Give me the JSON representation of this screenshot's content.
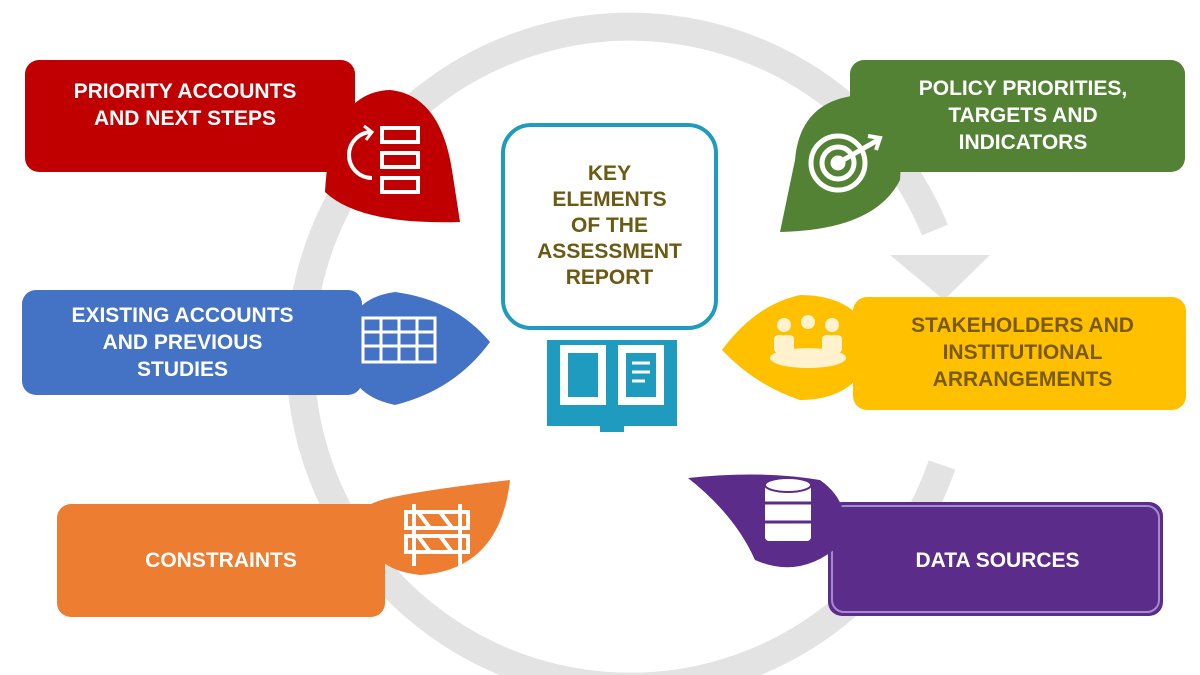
{
  "center": {
    "title": "KEY\nELEMENTS\nOF THE\nASSESSMENT\nREPORT",
    "icon": "open-book-icon"
  },
  "elements": [
    {
      "key": "priority",
      "label": "PRIORITY ACCOUNTS\nAND NEXT STEPS",
      "color": "#c00000",
      "icon": "priority-list-icon"
    },
    {
      "key": "policy",
      "label": "POLICY PRIORITIES,\nTARGETS AND\nINDICATORS",
      "color": "#548235",
      "icon": "target-icon"
    },
    {
      "key": "existing",
      "label": "EXISTING ACCOUNTS\nAND PREVIOUS\nSTUDIES",
      "color": "#4472c4",
      "icon": "table-icon"
    },
    {
      "key": "stakeholders",
      "label": "STAKEHOLDERS AND\nINSTITUTIONAL\nARRANGEMENTS",
      "color": "#ffc000",
      "icon": "meeting-icon"
    },
    {
      "key": "constraints",
      "label": "CONSTRAINTS",
      "color": "#ed7d31",
      "icon": "barrier-icon"
    },
    {
      "key": "data",
      "label": "DATA SOURCES",
      "color": "#5b2c8a",
      "icon": "database-icon"
    }
  ],
  "colors": {
    "ring": "#e3e3e3",
    "center_border": "#1f9bbf",
    "center_text": "#6b5a14",
    "text_light": "#ffffff",
    "text_on_yellow": "#7a5a00"
  }
}
